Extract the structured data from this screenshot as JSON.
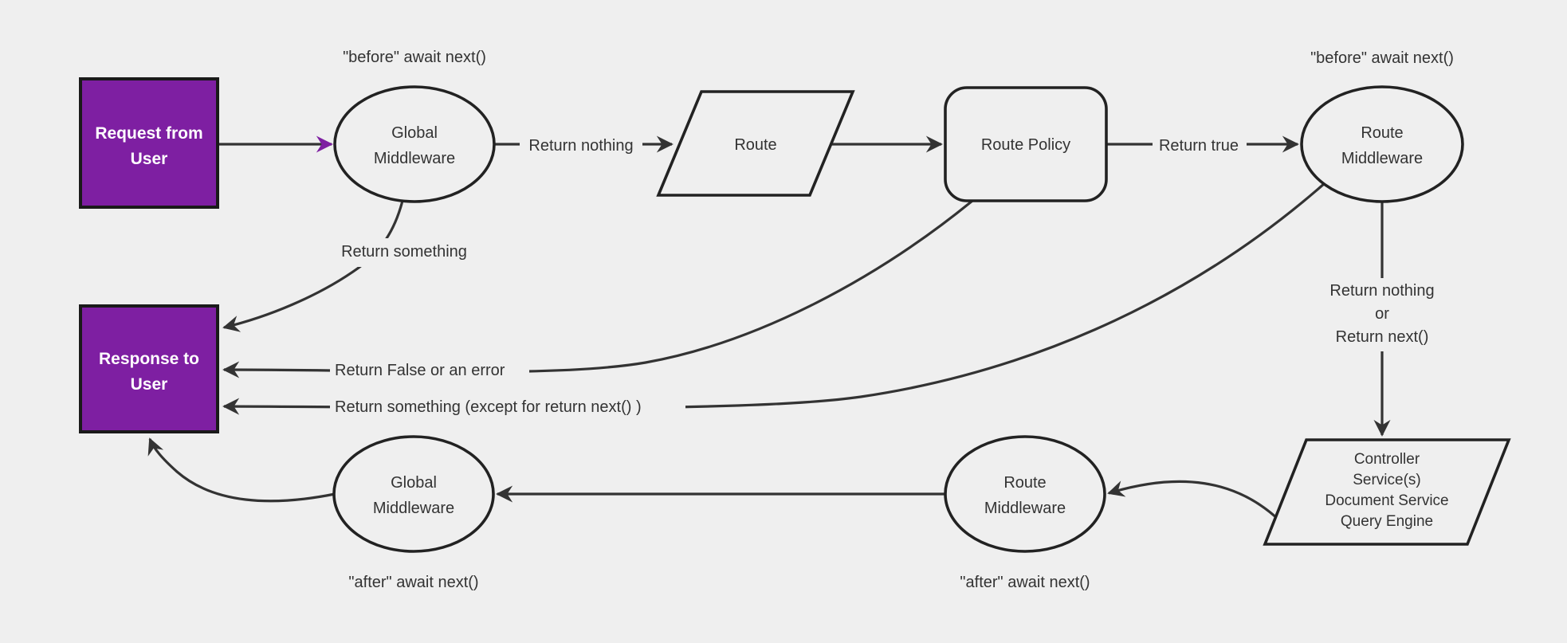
{
  "diagram": {
    "colors": {
      "background": "#efefef",
      "purple": "#7e1fa2",
      "purple_border": "#1a1a1a",
      "stroke": "#333333",
      "text": "#333333",
      "text_on_purple": "#ffffff"
    },
    "nodes": {
      "request": {
        "lines": [
          "Request from",
          "User"
        ]
      },
      "global_middleware_top": {
        "lines": [
          "Global",
          "Middleware"
        ]
      },
      "route": {
        "label": "Route"
      },
      "route_policy": {
        "label": "Route Policy"
      },
      "route_middleware_top": {
        "lines": [
          "Route",
          "Middleware"
        ]
      },
      "controller": {
        "lines": [
          "Controller",
          "Service(s)",
          "Document Service",
          "Query Engine"
        ]
      },
      "route_middleware_bottom": {
        "lines": [
          "Route",
          "Middleware"
        ]
      },
      "global_middleware_bottom": {
        "lines": [
          "Global",
          "Middleware"
        ]
      },
      "response": {
        "lines": [
          "Response to",
          "User"
        ]
      }
    },
    "edge_labels": {
      "before_await_top_left": "\"before\" await next()",
      "before_await_top_right": "\"before\" await next()",
      "return_nothing": "Return nothing",
      "return_true": "Return true",
      "return_something": "Return something",
      "return_false_or_error": "Return False or an error",
      "return_something_except": "Return something (except for return next() )",
      "return_nothing_or": [
        "Return nothing",
        "or",
        "Return next()"
      ],
      "after_await_bottom_left": "\"after\" await next()",
      "after_await_bottom_middle": "\"after\" await next()"
    }
  }
}
